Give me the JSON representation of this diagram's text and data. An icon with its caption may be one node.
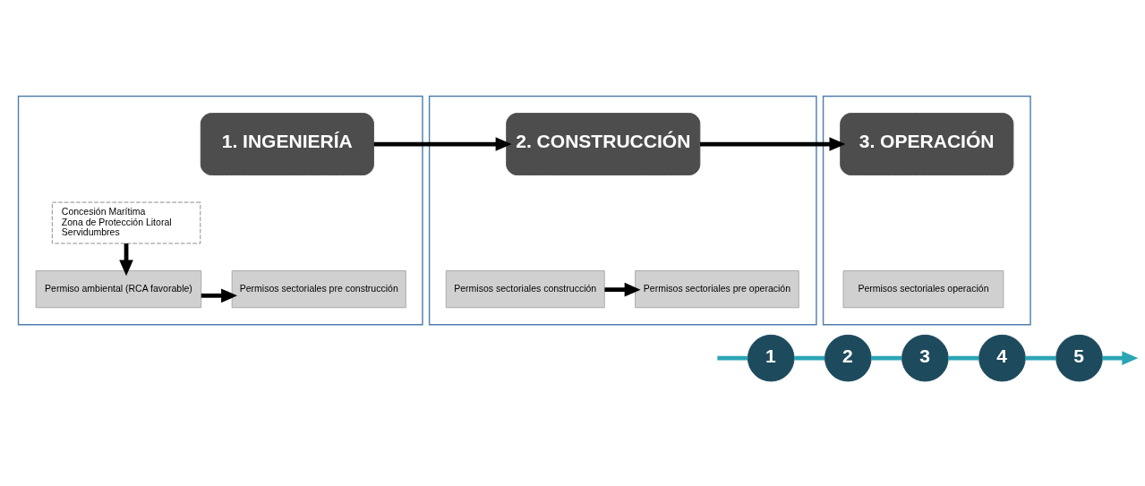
{
  "diagram": {
    "nodes": [
      {
        "text": [],
        "shape": "box"
      },
      {
        "text": [
          "1. INGENIERÍA"
        ],
        "in": 0
      },
      {
        "text": [
          "Concesión Marítima",
          "Zona de Protección Litoral",
          "Servidumbres"
        ],
        "in": 0
      },
      {
        "text": [
          "Permiso ambiental (RCA favorable)"
        ],
        "in": 0
      },
      {
        "text": [
          "Permisos sectoriales pre construcción"
        ],
        "in": 0
      },
      {
        "text": [],
        "shape": "box"
      },
      {
        "text": [
          "2. CONSTRUCCIÓN"
        ],
        "in": 5
      },
      {
        "text": [
          "Permisos sectoriales construcción"
        ],
        "in": 5
      },
      {
        "text": [
          "Permisos sectoriales pre operación"
        ],
        "in": 5
      },
      {
        "text": [],
        "shape": "box"
      },
      {
        "text": [
          "3. OPERACIÓN"
        ],
        "in": 9
      },
      {
        "text": [
          "Permisos sectoriales operación"
        ],
        "in": 9
      },
      {
        "text": [
          "1"
        ]
      },
      {
        "text": [
          "2"
        ]
      },
      {
        "text": [
          "3"
        ]
      },
      {
        "text": [
          "4"
        ]
      },
      {
        "text": [
          "5"
        ]
      }
    ],
    "edges": [
      {
        "from": 0,
        "to": 5,
        "arrow": "to",
        "color": "#000000"
      },
      {
        "from": 5,
        "to": 9,
        "arrow": "to",
        "color": "#000000"
      },
      {
        "from": 2,
        "to": 3,
        "arrow": "to",
        "color": "#000000"
      },
      {
        "from": 3,
        "to": 4,
        "arrow": "to",
        "color": "#000000"
      },
      {
        "from": 7,
        "to": 8,
        "arrow": "to",
        "color": "#000000"
      },
      {
        "from": null,
        "to": 12,
        "arrow": "none"
      },
      {
        "from": 12,
        "to": 13,
        "arrow": "none"
      },
      {
        "from": 13,
        "to": 14,
        "arrow": "none"
      },
      {
        "from": 14,
        "to": 15,
        "arrow": "none"
      },
      {
        "from": 15,
        "to": 16,
        "arrow": "none"
      },
      {
        "from": 16,
        "to": null,
        "arrow": "to"
      }
    ]
  }
}
